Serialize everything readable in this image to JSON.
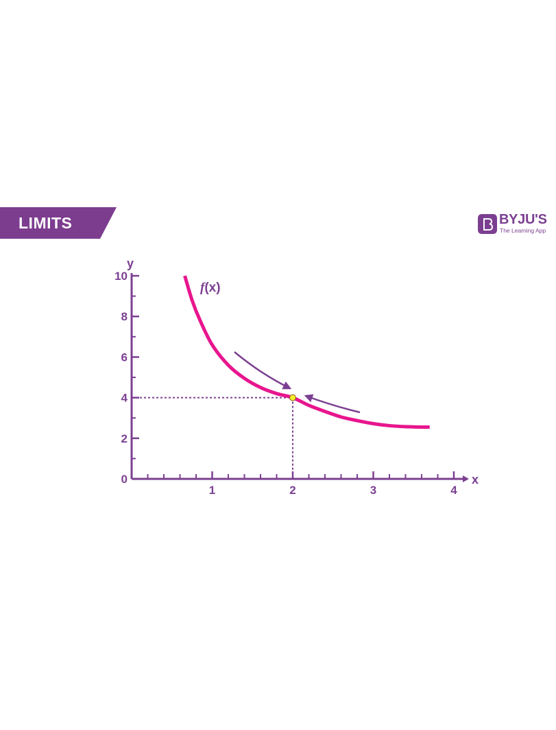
{
  "banner": {
    "title": "LIMITS",
    "color": "#7d3d8f"
  },
  "brand": {
    "name": "BYJU'S",
    "tagline": "The Learning App",
    "color": "#7b3f91"
  },
  "chart_data": {
    "type": "line",
    "title": "",
    "xlabel": "x",
    "ylabel": "y",
    "xlim": [
      0,
      4
    ],
    "ylim": [
      0,
      10
    ],
    "x_ticks": [
      1,
      2,
      3,
      4
    ],
    "y_ticks": [
      0,
      2,
      4,
      6,
      8,
      10
    ],
    "x_minor_step": 0.2,
    "y_minor_step": 1,
    "grid": false,
    "series": [
      {
        "name": "f(x)",
        "color": "#e8168e",
        "points": [
          [
            0.66,
            10.0
          ],
          [
            0.75,
            8.8
          ],
          [
            0.85,
            7.8
          ],
          [
            1.0,
            6.6
          ],
          [
            1.2,
            5.6
          ],
          [
            1.4,
            4.95
          ],
          [
            1.6,
            4.5
          ],
          [
            1.8,
            4.2
          ],
          [
            2.0,
            4.0
          ],
          [
            2.2,
            3.62
          ],
          [
            2.4,
            3.32
          ],
          [
            2.6,
            3.05
          ],
          [
            2.8,
            2.87
          ],
          [
            3.0,
            2.72
          ],
          [
            3.2,
            2.62
          ],
          [
            3.4,
            2.57
          ],
          [
            3.6,
            2.55
          ],
          [
            3.7,
            2.55
          ]
        ]
      }
    ],
    "limit_point": {
      "x": 2,
      "y": 4,
      "color": "#f7ec2c"
    },
    "approach_arrows": [
      {
        "direction": "from-left"
      },
      {
        "direction": "from-right"
      }
    ],
    "axis_color": "#7b3f91"
  }
}
